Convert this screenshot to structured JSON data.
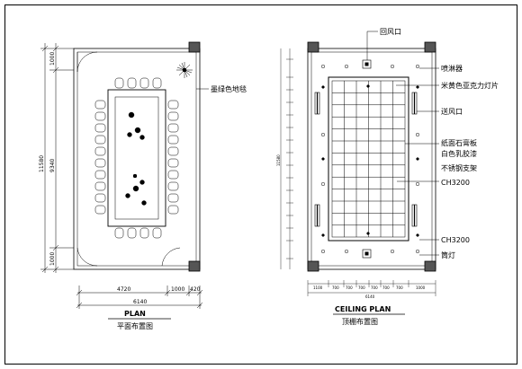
{
  "plan": {
    "title": "PLAN",
    "subtitle": "平面布置图",
    "carpet_label": "墨绿色地毯",
    "dims_vertical": [
      "1000",
      "9340",
      "1000"
    ],
    "dim_total_vertical": "11580",
    "dims_horizontal": [
      "4720",
      "1000",
      "420"
    ],
    "dim_total_horizontal": "6140"
  },
  "ceiling": {
    "title": "CEILING PLAN",
    "subtitle": "顶棚布置图",
    "labels": {
      "return_air": "回风口",
      "sprinkler": "喷淋器",
      "acrylic_panel": "米黄色亚克力灯片",
      "supply_air": "送风口",
      "gypsum_board": "纸面石膏板",
      "latex_paint": "白色乳胶漆",
      "steel_frame": "不锈钢支架",
      "ch_1": "CH3200",
      "ch_2": "CH3200",
      "downlight": "筒灯"
    },
    "dims_horizontal": [
      "1100",
      "700",
      "700",
      "700",
      "700",
      "700",
      "700",
      "1000"
    ],
    "dim_total_horizontal": "6140",
    "dim_total_vertical": "11580"
  }
}
